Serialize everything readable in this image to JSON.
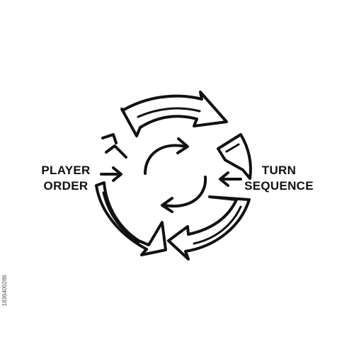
{
  "labels": {
    "left": [
      "PLAYER",
      "ORDER"
    ],
    "right": [
      "TURN",
      "SEQUENCE"
    ]
  },
  "watermark": "1836400286",
  "colors": {
    "stroke": "#111111",
    "background": "#ffffff"
  },
  "icon": "cycle-arrows-icon"
}
